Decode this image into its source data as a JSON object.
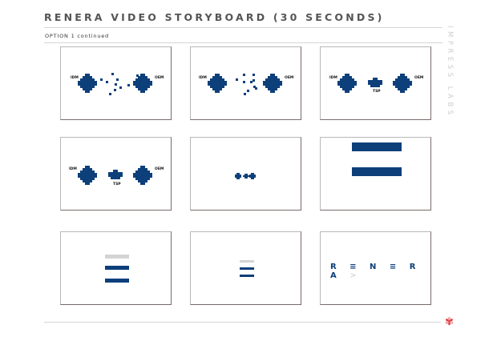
{
  "header": {
    "title": "RENERA VIDEO STORYBOARD (30 SECONDS)",
    "subtitle": "OPTION 1 continued",
    "side_brand": "IMPRESS LABS"
  },
  "labels": {
    "left": "IDM",
    "right": "OEM",
    "middle": "TSP"
  },
  "logo": {
    "text": "R ≡ N ≡ R A",
    "arrow": ">"
  },
  "colors": {
    "navy": "#0d3f7a",
    "grey": "#d4d4d4",
    "accent": "#e03a3e"
  },
  "frames": [
    "scatter-1",
    "scatter-2",
    "converge-1",
    "converge-2",
    "shrink",
    "bars",
    "bars-grey",
    "bars-small",
    "logo"
  ]
}
